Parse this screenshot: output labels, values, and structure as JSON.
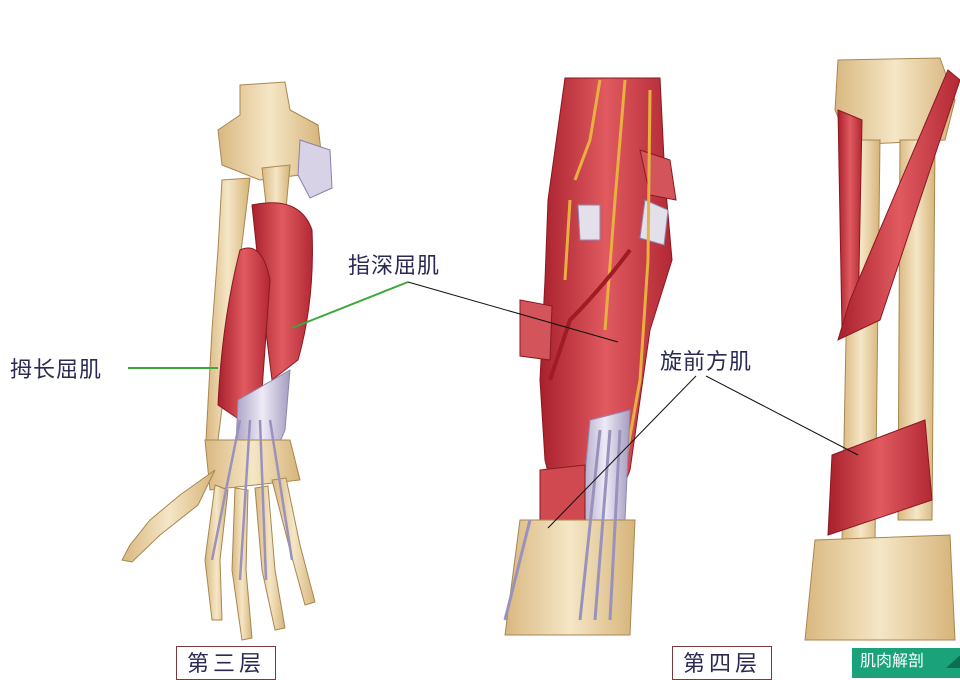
{
  "figure": {
    "title": "Forearm deep flexor muscles (3rd and 4th layers)",
    "panels": [
      {
        "id": "panel-left",
        "description": "third layer anterior view with hand bones and tendons"
      },
      {
        "id": "panel-middle",
        "description": "dissected forearm with vessels and nerves"
      },
      {
        "id": "panel-right",
        "description": "fourth layer: bones with pronator quadratus"
      }
    ]
  },
  "labels": {
    "flexor_pollicis_longus": "拇长屈肌",
    "flexor_digitorum_profundus": "指深屈肌",
    "pronator_quadratus": "旋前方肌"
  },
  "layers": {
    "third": "第三层",
    "fourth": "第四层"
  },
  "badge": {
    "text": "肌肉解剖"
  },
  "colors": {
    "muscle": "#c8303c",
    "bone": "#ecd6a8",
    "tendon": "#c9c3dc",
    "nerve": "#e8b040",
    "leader_green": "#3aa83a",
    "leader_black": "#111111",
    "label_text": "#2a2a52",
    "badge": "#1aa37a"
  }
}
